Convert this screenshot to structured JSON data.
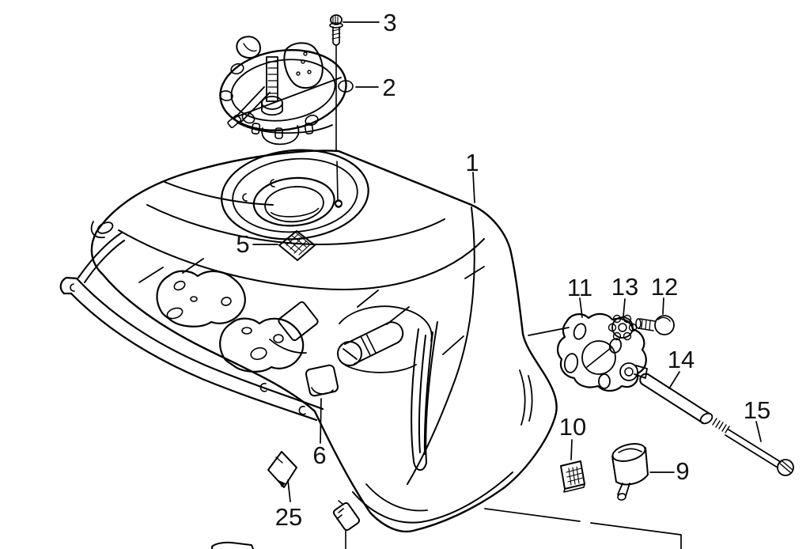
{
  "diagram": {
    "background_color": "#ffffff",
    "line_color": "#000000"
  },
  "parts": [
    {
      "number": "1"
    },
    {
      "number": "2"
    },
    {
      "number": "3"
    },
    {
      "number": "5"
    },
    {
      "number": "6"
    },
    {
      "number": "9"
    },
    {
      "number": "10"
    },
    {
      "number": "11"
    },
    {
      "number": "12"
    },
    {
      "number": "13"
    },
    {
      "number": "14"
    },
    {
      "number": "15"
    },
    {
      "number": "25"
    }
  ]
}
